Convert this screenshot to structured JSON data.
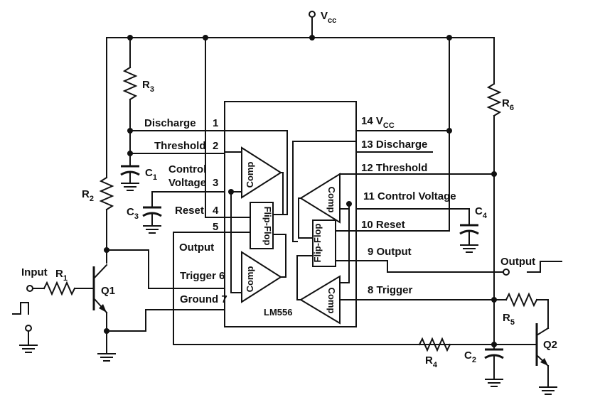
{
  "supply": {
    "vcc_main": "V",
    "vcc_main_sub": "cc",
    "vcc_pin": "V",
    "vcc_pin_sub": "CC"
  },
  "chip": {
    "name": "LM556"
  },
  "blocks": {
    "comp": "Comp",
    "flipflop": "Flip-Flop"
  },
  "pins_left": [
    {
      "num": "1",
      "name": "Discharge"
    },
    {
      "num": "2",
      "name": "Threshold"
    },
    {
      "num": "3",
      "name_line1": "Control",
      "name_line2": "Voltage"
    },
    {
      "num": "4",
      "name": "Reset"
    },
    {
      "num": "5",
      "name": "Output"
    },
    {
      "num": "6",
      "name": "Trigger"
    },
    {
      "num": "7",
      "name": "Ground"
    }
  ],
  "pins_right": [
    {
      "num": "14"
    },
    {
      "num": "13",
      "name": "Discharge"
    },
    {
      "num": "12",
      "name": "Threshold"
    },
    {
      "num": "11",
      "name": "Control Voltage"
    },
    {
      "num": "10",
      "name": "Reset"
    },
    {
      "num": "9",
      "name": "Output"
    },
    {
      "num": "8",
      "name": "Trigger"
    }
  ],
  "components": {
    "R1": {
      "letter": "R",
      "sub": "1"
    },
    "R2": {
      "letter": "R",
      "sub": "2"
    },
    "R3": {
      "letter": "R",
      "sub": "3"
    },
    "R4": {
      "letter": "R",
      "sub": "4"
    },
    "R5": {
      "letter": "R",
      "sub": "5"
    },
    "R6": {
      "letter": "R",
      "sub": "6"
    },
    "C1": {
      "letter": "C",
      "sub": "1"
    },
    "C2": {
      "letter": "C",
      "sub": "2"
    },
    "C3": {
      "letter": "C",
      "sub": "3"
    },
    "C4": {
      "letter": "C",
      "sub": "4"
    },
    "Q1": {
      "label": "Q1"
    },
    "Q2": {
      "label": "Q2"
    }
  },
  "io": {
    "input": "Input",
    "output": "Output"
  }
}
